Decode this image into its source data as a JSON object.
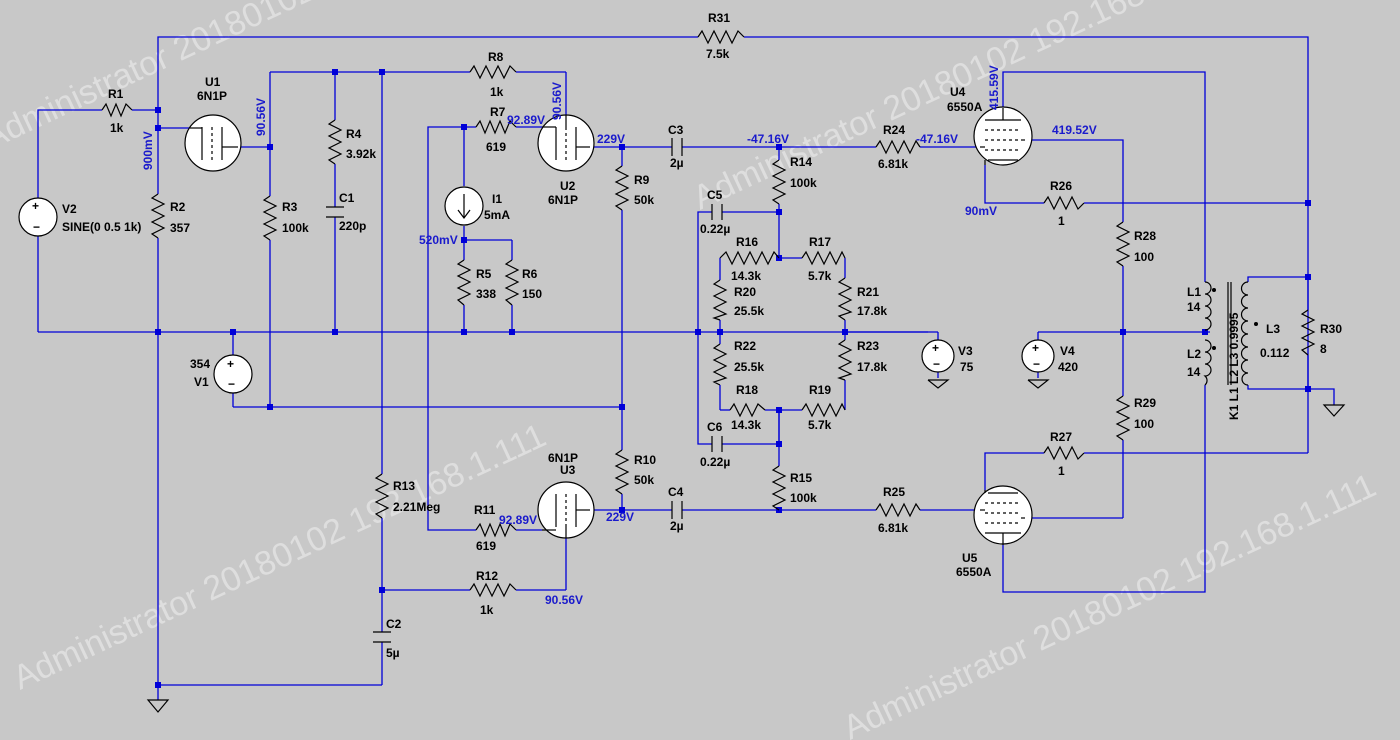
{
  "watermark": "Administrator 20180102 192.168.1.111",
  "components": [
    {
      "id": "r31",
      "name": "R31",
      "value": "7.5k"
    },
    {
      "id": "r8",
      "name": "R8",
      "value": "1k"
    },
    {
      "id": "r1",
      "name": "R1",
      "value": "1k"
    },
    {
      "id": "u1",
      "name": "U1",
      "value": "6N1P"
    },
    {
      "id": "r4",
      "name": "R4",
      "value": "3.92k"
    },
    {
      "id": "r7",
      "name": "R7",
      "value": "619"
    },
    {
      "id": "u2",
      "name": "U2",
      "value": "6N1P"
    },
    {
      "id": "c3",
      "name": "C3",
      "value": "2µ"
    },
    {
      "id": "r24",
      "name": "R24",
      "value": "6.81k"
    },
    {
      "id": "u4",
      "name": "U4",
      "value": "6550A"
    },
    {
      "id": "v2",
      "name": "V2",
      "value": "SINE(0 0.5 1k)"
    },
    {
      "id": "r2",
      "name": "R2",
      "value": "357"
    },
    {
      "id": "r3",
      "name": "R3",
      "value": "100k"
    },
    {
      "id": "c1",
      "name": "C1",
      "value": "220p"
    },
    {
      "id": "i1",
      "name": "I1",
      "value": "5mA"
    },
    {
      "id": "r9",
      "name": "R9",
      "value": "50k"
    },
    {
      "id": "r14",
      "name": "R14",
      "value": "100k"
    },
    {
      "id": "c5",
      "name": "C5",
      "value": "0.22µ"
    },
    {
      "id": "r26",
      "name": "R26",
      "value": "1"
    },
    {
      "id": "r28",
      "name": "R28",
      "value": "100"
    },
    {
      "id": "r16",
      "name": "R16",
      "value": "14.3k"
    },
    {
      "id": "r17",
      "name": "R17",
      "value": "5.7k"
    },
    {
      "id": "r5",
      "name": "R5",
      "value": "338"
    },
    {
      "id": "r6",
      "name": "R6",
      "value": "150"
    },
    {
      "id": "r20",
      "name": "R20",
      "value": "25.5k"
    },
    {
      "id": "r21",
      "name": "R21",
      "value": "17.8k"
    },
    {
      "id": "l1",
      "name": "L1",
      "value": "14"
    },
    {
      "id": "l3",
      "name": "L3",
      "value": "0.112"
    },
    {
      "id": "r30",
      "name": "R30",
      "value": "8"
    },
    {
      "id": "v1",
      "name": "V1",
      "value": "354"
    },
    {
      "id": "r22",
      "name": "R22",
      "value": "25.5k"
    },
    {
      "id": "r23",
      "name": "R23",
      "value": "17.8k"
    },
    {
      "id": "v3",
      "name": "V3",
      "value": "75"
    },
    {
      "id": "v4",
      "name": "V4",
      "value": "420"
    },
    {
      "id": "l2",
      "name": "L2",
      "value": "14"
    },
    {
      "id": "r18",
      "name": "R18",
      "value": "14.3k"
    },
    {
      "id": "r19",
      "name": "R19",
      "value": "5.7k"
    },
    {
      "id": "r29",
      "name": "R29",
      "value": "100"
    },
    {
      "id": "c6",
      "name": "C6",
      "value": "0.22µ"
    },
    {
      "id": "r27",
      "name": "R27",
      "value": "1"
    },
    {
      "id": "u3",
      "name": "U3",
      "value": "6N1P"
    },
    {
      "id": "r10",
      "name": "R10",
      "value": "50k"
    },
    {
      "id": "r15",
      "name": "R15",
      "value": "100k"
    },
    {
      "id": "r13",
      "name": "R13",
      "value": "2.21Meg"
    },
    {
      "id": "r11",
      "name": "R11",
      "value": "619"
    },
    {
      "id": "c4",
      "name": "C4",
      "value": "2µ"
    },
    {
      "id": "r25",
      "name": "R25",
      "value": "6.81k"
    },
    {
      "id": "u5",
      "name": "U5",
      "value": "6550A"
    },
    {
      "id": "r12",
      "name": "R12",
      "value": "1k"
    },
    {
      "id": "c2",
      "name": "C2",
      "value": "5µ"
    }
  ],
  "coupling": "K1 L1 L2 L3 0.9995",
  "node_voltages": [
    {
      "id": "u1_grid",
      "value": "900mV"
    },
    {
      "id": "u1_plate",
      "value": "90.56V"
    },
    {
      "id": "u2_grid",
      "value": "92.89V"
    },
    {
      "id": "u2_plate_in",
      "value": "90.56V"
    },
    {
      "id": "u2_cathode",
      "value": "229V"
    },
    {
      "id": "c3_out",
      "value": "-47.16V"
    },
    {
      "id": "u4_grid",
      "value": "-47.16V"
    },
    {
      "id": "u4_plate",
      "value": "415.59V"
    },
    {
      "id": "u4_screen",
      "value": "419.52V"
    },
    {
      "id": "u4_cathode",
      "value": "90mV"
    },
    {
      "id": "i1_node",
      "value": "520mV"
    },
    {
      "id": "u3_grid",
      "value": "92.89V"
    },
    {
      "id": "u3_cathode",
      "value": "229V"
    },
    {
      "id": "u3_plate",
      "value": "90.56V"
    }
  ]
}
